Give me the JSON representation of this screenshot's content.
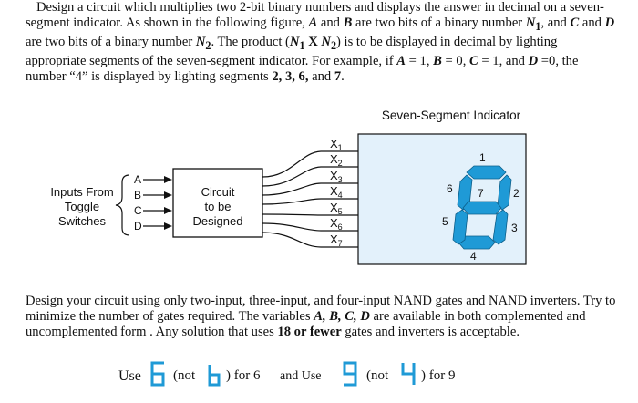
{
  "problem": {
    "p1_a": "Design a circuit which multiplies two 2-bit binary numbers and displays the answer in decimal on a seven-segment indicator. As shown in the following figure, ",
    "var_A": "A",
    "p1_b": " and ",
    "var_B": "B",
    "p1_c": " are two bits of a binary number ",
    "N1": "N",
    "N1_sub": "1",
    "p1_d": ", and ",
    "var_C": "C",
    "p1_e": " and ",
    "var_D": "D",
    "p1_f": " are two bits of a binary number ",
    "N2": "N",
    "N2_sub": "2",
    "p1_g": ". The product (",
    "prod_N1": "N",
    "prod_N1_sub": "1",
    "prod_x": " X ",
    "prod_N2": "N",
    "prod_N2_sub": "2",
    "p1_h": ") is to be displayed in decimal by lighting appropriate segments of the seven-segment indicator. For example, if ",
    "ex_A": "A",
    "ex_A_val": " = 1, ",
    "ex_B": "B",
    "ex_B_val": " = 0, ",
    "ex_C": "C",
    "ex_C_val": " = 1, and ",
    "ex_D": "D",
    "ex_D_val": " =0, the number “4” is displayed by lighting segments ",
    "ex_segs": "2, 3, 6,",
    "p1_i": " and ",
    "ex_seg7": "7",
    "p1_j": "."
  },
  "figure": {
    "inputs_label": [
      "Inputs From",
      "Toggle",
      "Switches"
    ],
    "input_vars": [
      "A",
      "B",
      "C",
      "D"
    ],
    "circuit_label": [
      "Circuit",
      "to be",
      "Designed"
    ],
    "x_labels": [
      "X",
      "X",
      "X",
      "X",
      "X",
      "X",
      "X"
    ],
    "x_subs": [
      "1",
      "2",
      "3",
      "4",
      "5",
      "6",
      "7"
    ],
    "terminals": [
      "1",
      "2",
      "3",
      "4",
      "5",
      "6",
      "7"
    ],
    "indicator_title": "Seven-Segment Indicator",
    "segment_numbers": [
      "1",
      "2",
      "3",
      "4",
      "5",
      "6",
      "7"
    ],
    "colors": {
      "panel": "#e3f1fb",
      "segment": "#1f9ad6",
      "line": "#111111"
    }
  },
  "instructions": {
    "p2_a": "Design your circuit using only two-input, three-input, and four-input NAND gates and NAND inverters. Try to minimize the number of gates required. The variables ",
    "vars": "A, B, C, D",
    "p2_b": " are available in both complemented and uncomplemented form . Any solution that uses ",
    "limit": "18 or fewer",
    "p2_c": " gates and inverters is acceptable."
  },
  "use_line": {
    "use1": "Use",
    "not1": "(not",
    "for6": ") for 6",
    "and_use": "and Use",
    "not2": "(not",
    "for9": ") for 9"
  }
}
